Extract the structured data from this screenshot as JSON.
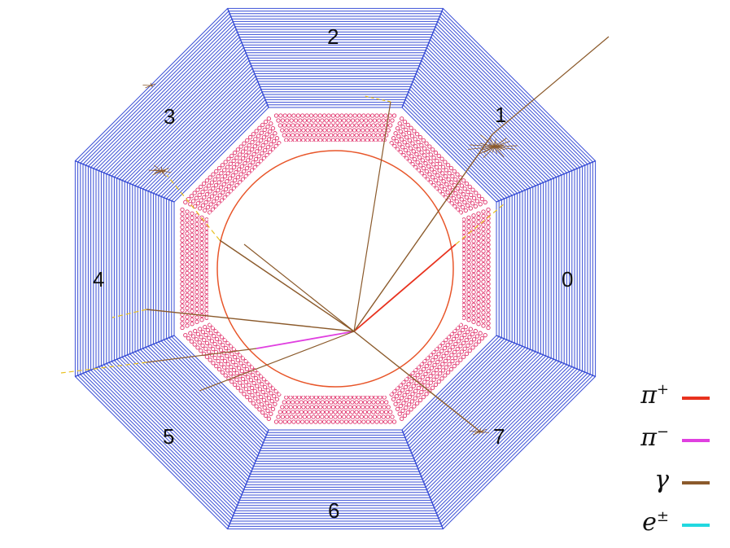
{
  "sectors": [
    {
      "id": "0",
      "label": "0"
    },
    {
      "id": "1",
      "label": "1"
    },
    {
      "id": "2",
      "label": "2"
    },
    {
      "id": "3",
      "label": "3"
    },
    {
      "id": "4",
      "label": "4"
    },
    {
      "id": "5",
      "label": "5"
    },
    {
      "id": "6",
      "label": "6"
    },
    {
      "id": "7",
      "label": "7"
    }
  ],
  "legend": [
    {
      "symbol": "π",
      "sup": "+",
      "color": "#e8321e",
      "name": "pi-plus"
    },
    {
      "symbol": "π",
      "sup": "−",
      "color": "#e040e0",
      "name": "pi-minus"
    },
    {
      "symbol": "γ",
      "sup": "",
      "color": "#8b5a2b",
      "name": "gamma"
    },
    {
      "symbol": "e",
      "sup": "±",
      "color": "#22d8e0",
      "name": "electron"
    }
  ],
  "colors": {
    "calorimeter": "#3a4fd6",
    "tracker": "#e0306a",
    "inner_ring": "#e8562a",
    "gamma_track": "#8b5a2b",
    "deposit": "#e8c020"
  }
}
